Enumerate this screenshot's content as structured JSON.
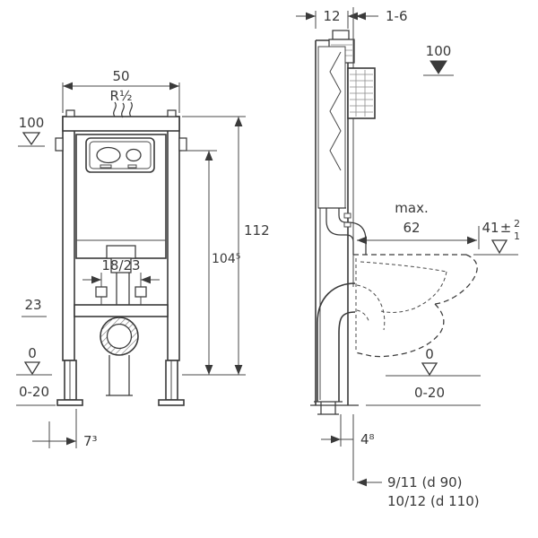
{
  "colors": {
    "line": "#3a3a3a",
    "background": "#ffffff"
  },
  "icons": {
    "steam_icon": "odour-extraction-squiggle"
  },
  "front_view": {
    "width": "50",
    "radius": "R½",
    "level_100": "100",
    "height_total": "112",
    "height_actuator": "104⁵",
    "fixing_spacing": "18/23",
    "outlet_height": "23",
    "level_0": "0",
    "floor_range": "0-20",
    "foot_offset": "7³"
  },
  "side_view": {
    "frame_depth": "12",
    "finished_wall": "1-6",
    "level_100": "100",
    "max_label": "max.",
    "bowl_depth": "62",
    "bowl_height": "41",
    "plus_minus": "±",
    "tolerance_upper": "2",
    "tolerance_lower": "1",
    "level_0": "0",
    "floor_range": "0-20",
    "drain_wall_offset": "4⁸",
    "drain_offset_d90": "9/11 (d 90)",
    "drain_offset_d110": "10/12 (d 110)"
  }
}
